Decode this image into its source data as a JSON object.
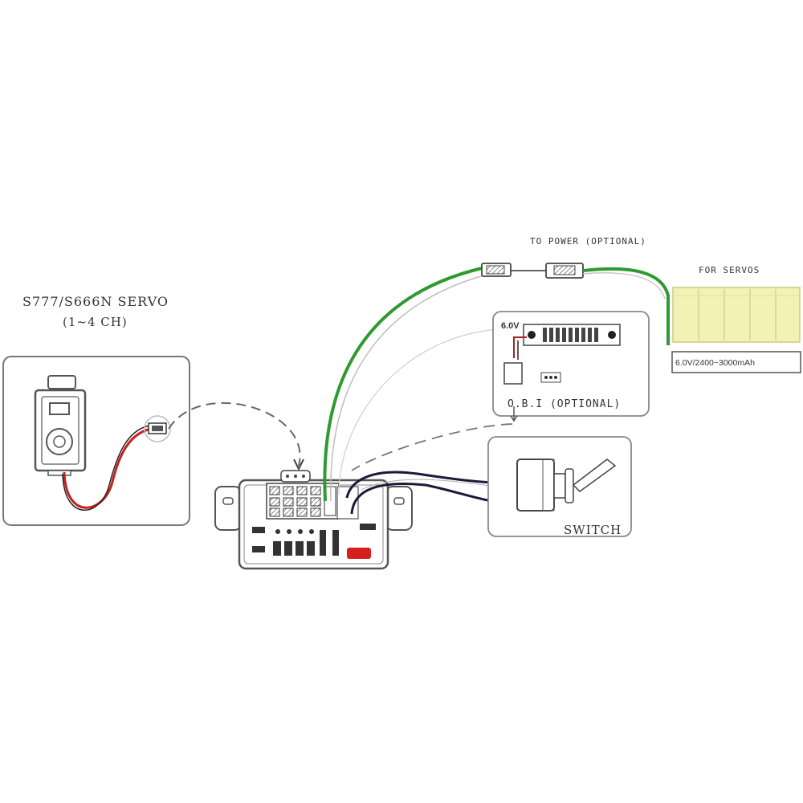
{
  "labels": {
    "servo_title": "S777/S666N SERVO",
    "servo_channels": "(1~4 CH)",
    "to_power": "TO POWER (OPTIONAL)",
    "for_servos": "FOR SERVOS",
    "battery_spec": "6.0V/2400~3000mAh",
    "obi_voltage": "6.0V",
    "obi_label": "O.B.I (OPTIONAL)",
    "switch_label": "SWITCH"
  },
  "colors": {
    "power_wire": "#2f9a2f",
    "battery_fill": "#f3f1b4",
    "servo_wire_red": "#c62020",
    "switch_wire": "#1a1a3a",
    "outline": "#666666"
  }
}
